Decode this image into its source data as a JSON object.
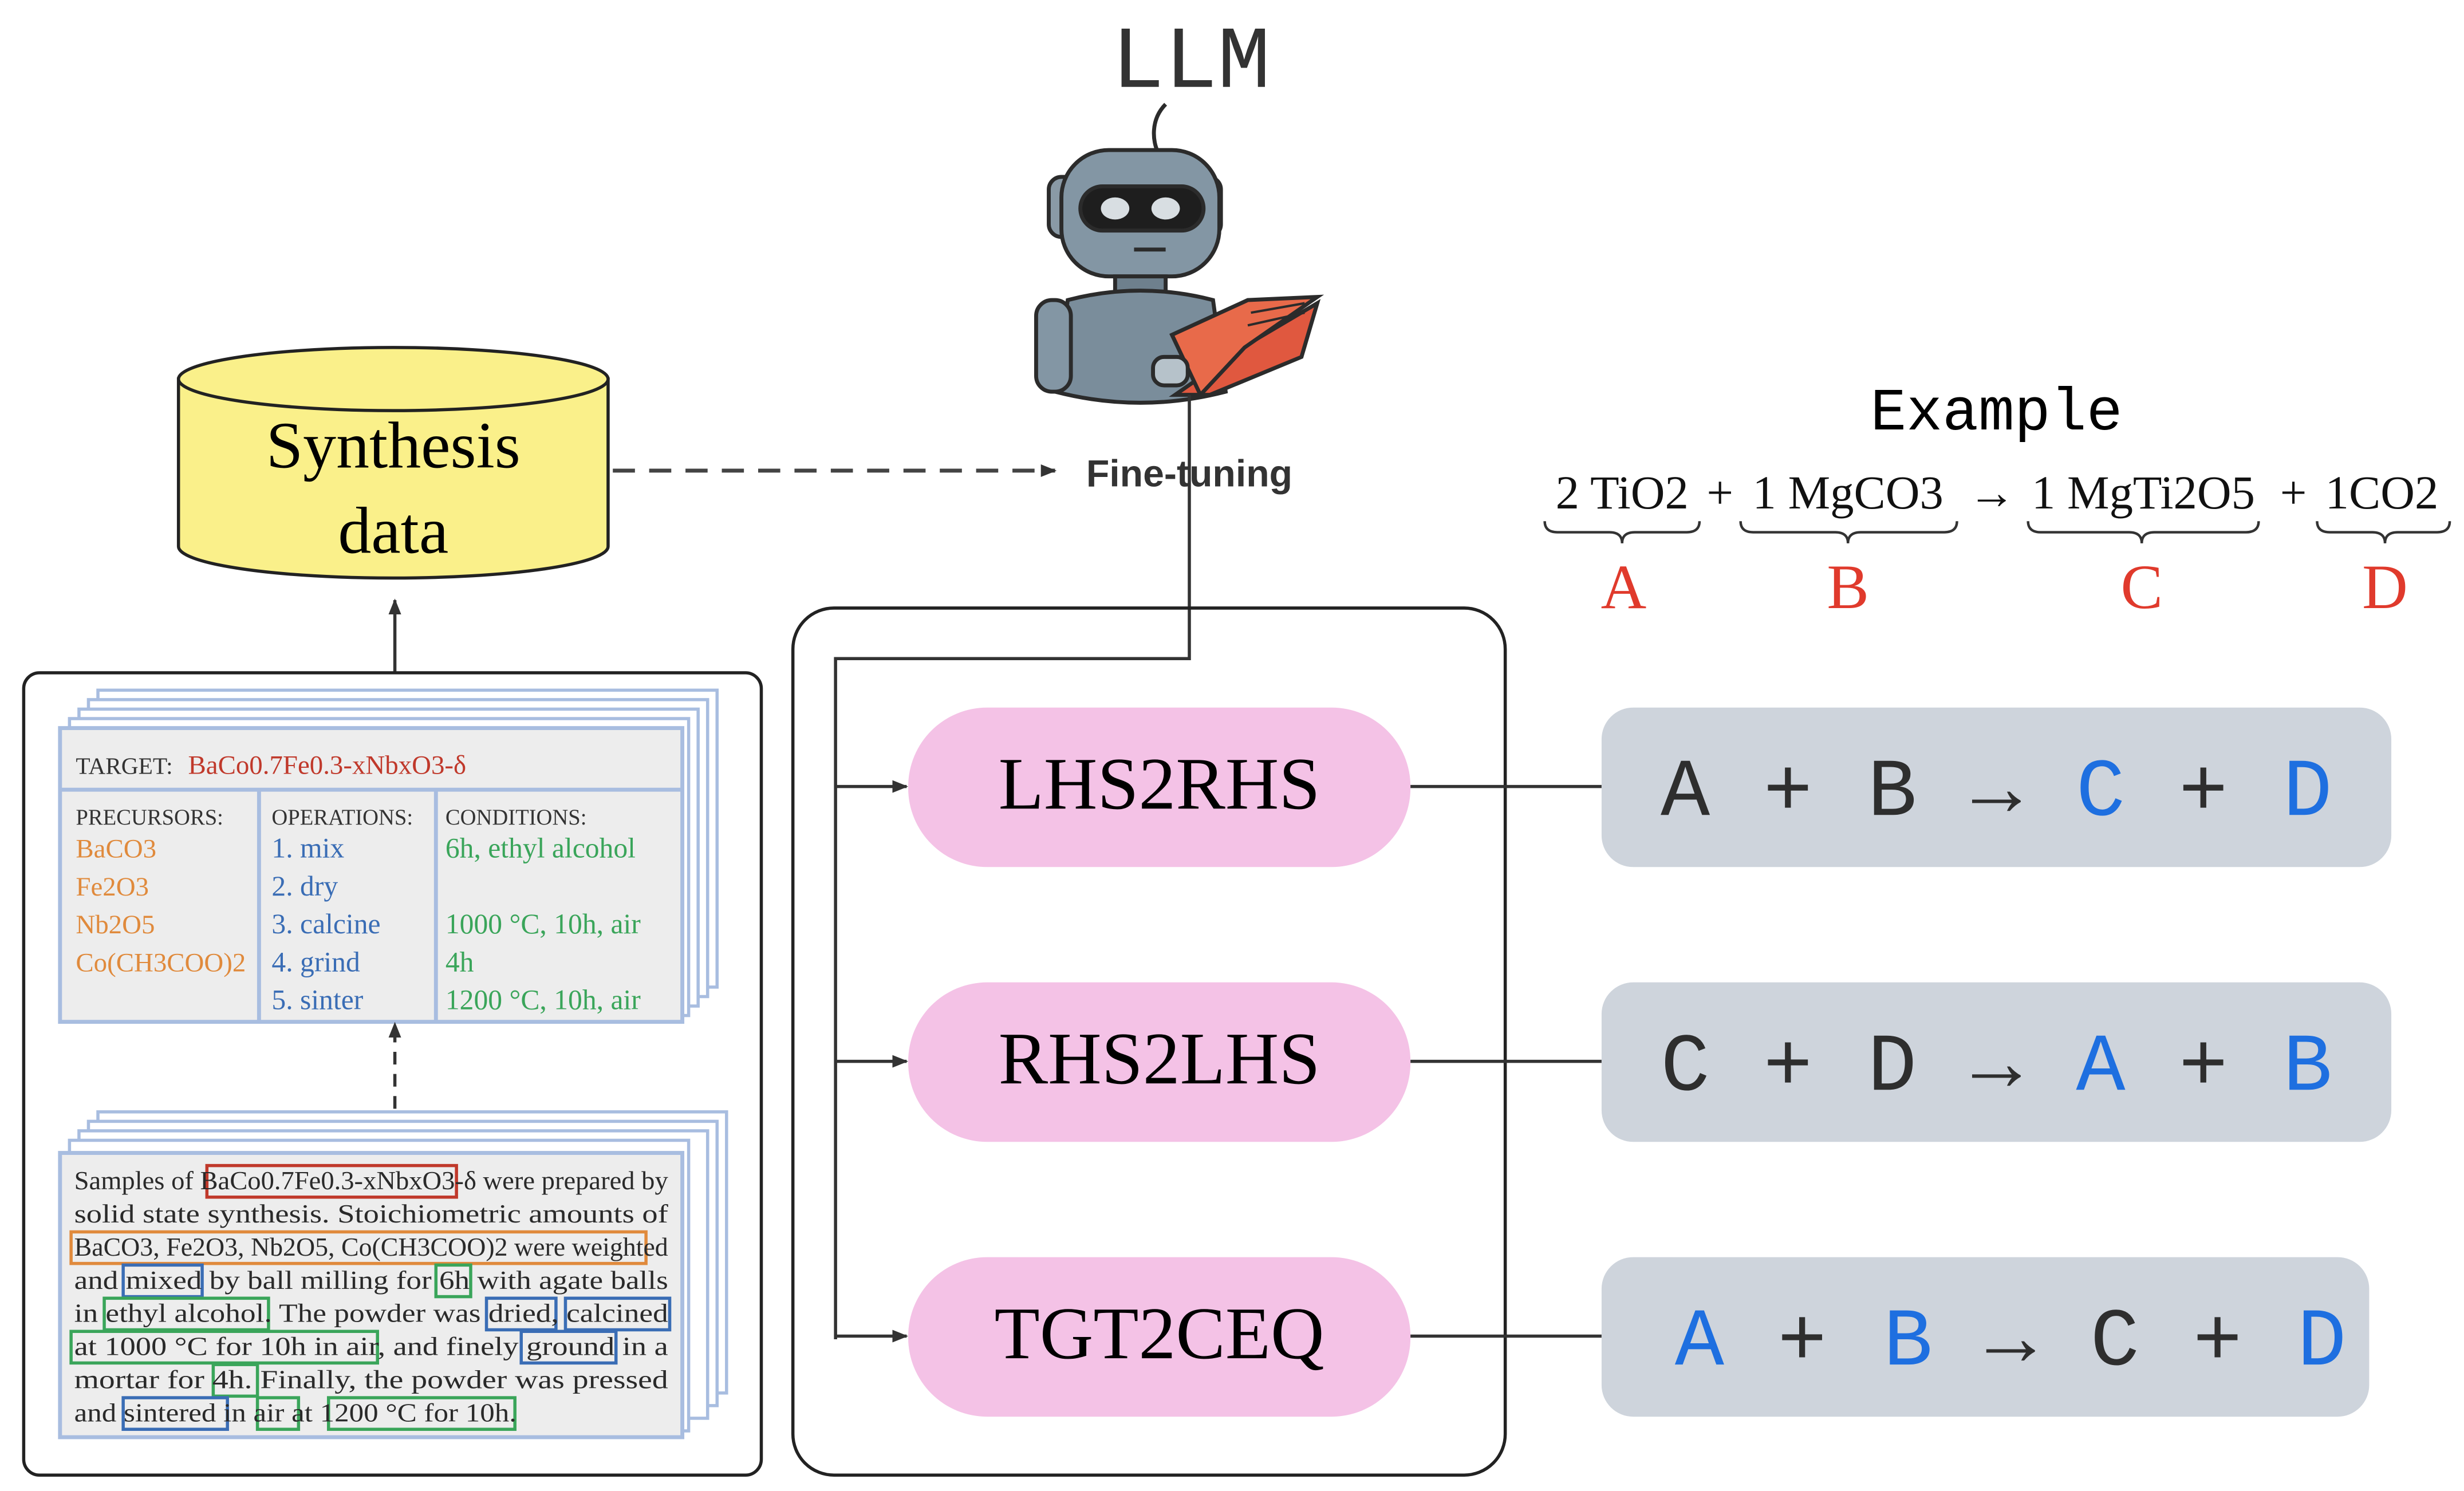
{
  "llm_title": "LLM",
  "fine_tuning_label": "Fine-tuning",
  "database": {
    "line1": "Synthesis",
    "line2": "data"
  },
  "structured_card": {
    "target_label": "TARGET:",
    "target_formula": "BaCo0.7Fe0.3-xNbxO3-δ",
    "columns": [
      {
        "header": "PRECURSORS:",
        "items": [
          "BaCO3",
          "Fe2O3",
          "Nb2O5",
          "Co(CH3COO)2"
        ]
      },
      {
        "header": "OPERATIONS:",
        "items": [
          "1. mix",
          "2. dry",
          "3. calcine",
          "4. grind",
          "5. sinter"
        ]
      },
      {
        "header": "CONDITIONS:",
        "items": [
          "6h, ethyl alcohol",
          "",
          "1000 °C, 10h, air",
          "4h",
          "1200 °C, 10h, air"
        ]
      }
    ]
  },
  "paragraph_lines": [
    "Samples of BaCo0.7Fe0.3-xNbxO3-δ were prepared by",
    "solid state synthesis. Stoichiometric amounts of",
    "BaCO3, Fe2O3, Nb2O5, Co(CH3COO)2 were weighted",
    "and mixed by ball milling for 6h with agate balls",
    "in ethyl alcohol. The powder was dried, calcined",
    "at 1000 °C for 10h in air, and finely ground in a",
    "mortar for 4h. Finally, the powder was pressed",
    "and sintered in air at 1200 °C for 10h."
  ],
  "tasks": [
    {
      "name": "LHS2RHS",
      "equation": [
        {
          "t": "A",
          "c": "dark"
        },
        {
          "t": "+",
          "c": "dark"
        },
        {
          "t": "B",
          "c": "dark"
        },
        {
          "t": "→",
          "c": "dark"
        },
        {
          "t": "C",
          "c": "blue"
        },
        {
          "t": "+",
          "c": "dark"
        },
        {
          "t": "D",
          "c": "blue"
        }
      ]
    },
    {
      "name": "RHS2LHS",
      "equation": [
        {
          "t": "C",
          "c": "dark"
        },
        {
          "t": "+",
          "c": "dark"
        },
        {
          "t": "D",
          "c": "dark"
        },
        {
          "t": "→",
          "c": "dark"
        },
        {
          "t": "A",
          "c": "blue"
        },
        {
          "t": "+",
          "c": "dark"
        },
        {
          "t": "B",
          "c": "blue"
        }
      ]
    },
    {
      "name": "TGT2CEQ",
      "equation": [
        {
          "t": "A",
          "c": "blue"
        },
        {
          "t": "+",
          "c": "dark"
        },
        {
          "t": "B",
          "c": "blue"
        },
        {
          "t": "→",
          "c": "dark"
        },
        {
          "t": "C",
          "c": "dark"
        },
        {
          "t": "+",
          "c": "dark"
        },
        {
          "t": "D",
          "c": "blue"
        }
      ]
    }
  ],
  "example": {
    "title": "Example",
    "terms": [
      {
        "text": "2 TiO2",
        "letter": "A"
      },
      {
        "text": "1 MgCO3",
        "letter": "B"
      },
      {
        "text": "1 MgTi2O5",
        "letter": "C"
      },
      {
        "text": "1CO2",
        "letter": "D"
      }
    ],
    "operators": [
      "+",
      "→",
      "+"
    ]
  },
  "colors": {
    "db_fill": "#faf08a",
    "pill_fill": "#f4c2e6",
    "eq_box_fill": "#ced4dc",
    "eq_dark": "#2e2e2e",
    "eq_blue": "#1e6fe0",
    "letter_red": "#e03a2c",
    "target_red": "#c0392b",
    "precursor_orange": "#e08a3c",
    "operation_blue": "#3a6db5",
    "condition_green": "#3aa55a",
    "card_border": "#a8bde0",
    "card_bg": "#ededed"
  }
}
